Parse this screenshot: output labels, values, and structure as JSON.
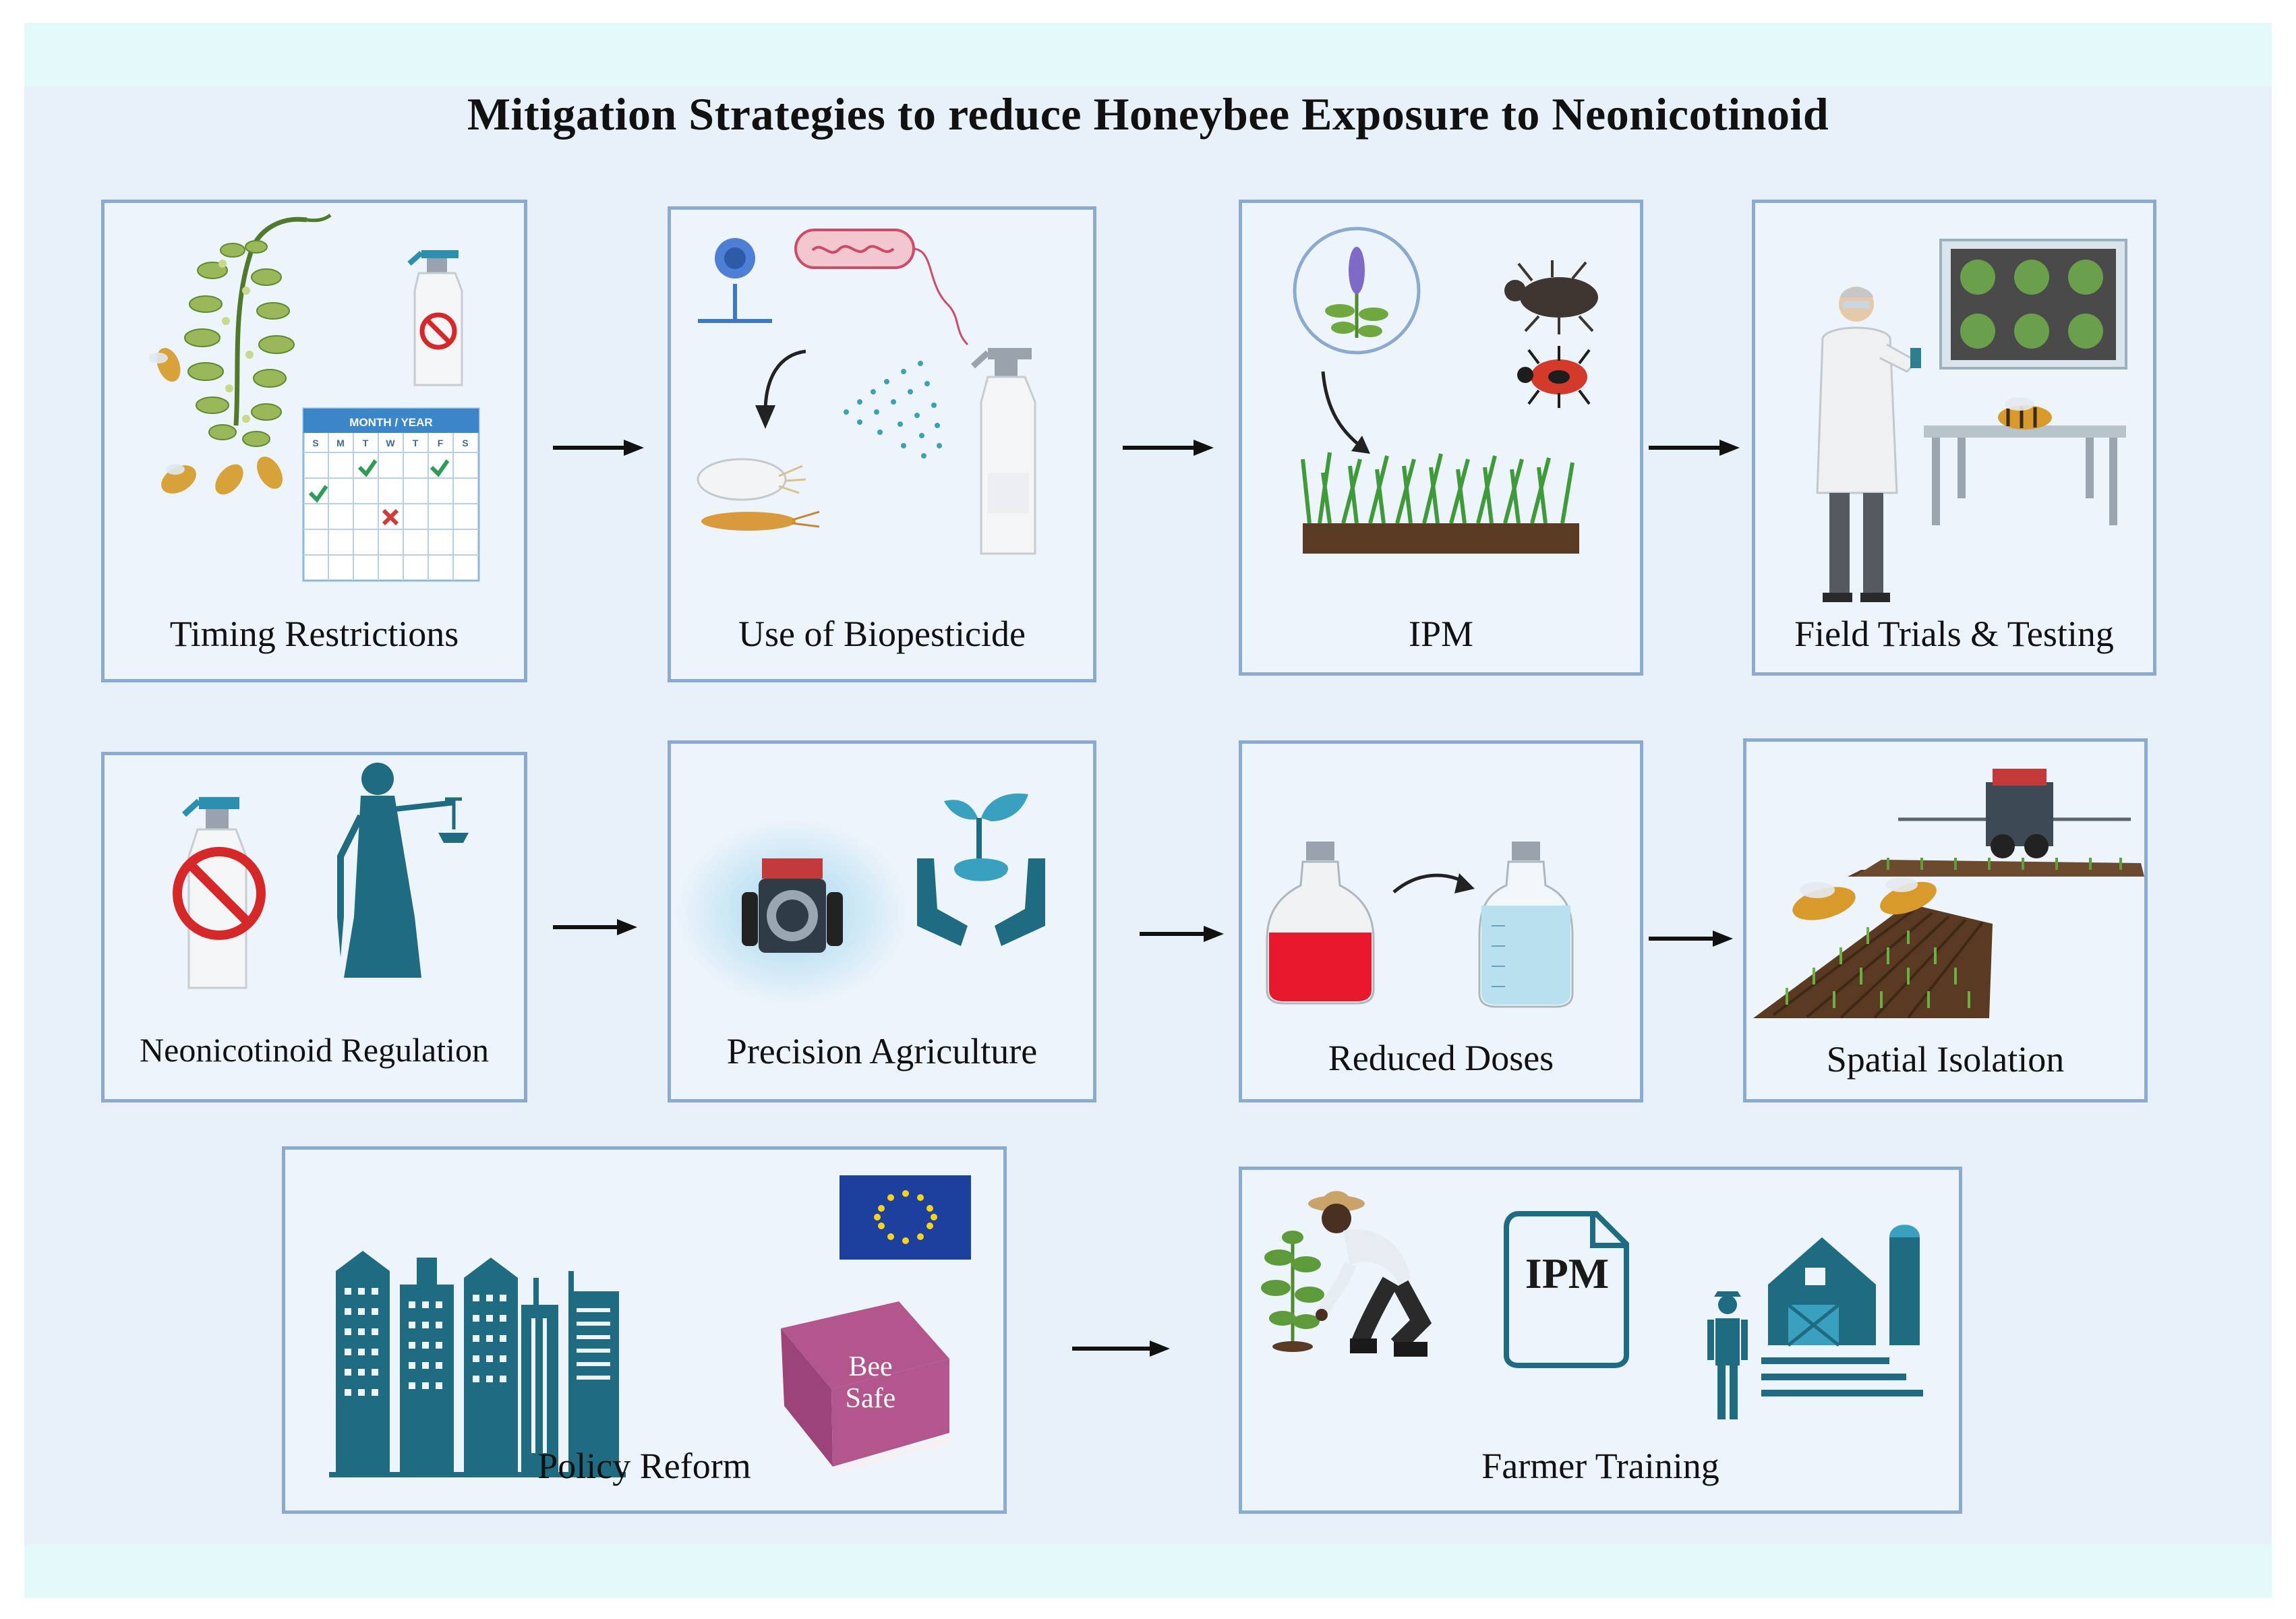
{
  "title": "Mitigation Strategies to reduce Honeybee Exposure to Neonicotinoid",
  "strategies": [
    {
      "label": "Timing Restrictions",
      "icons": [
        "plant-with-bees-icon",
        "spray-bottle-prohibited-icon",
        "calendar-icon"
      ]
    },
    {
      "label": "Use of Biopesticide",
      "icons": [
        "fungus-icon",
        "bacterium-icon",
        "larvae-icon",
        "spray-mist-icon",
        "spray-bottle-icon"
      ]
    },
    {
      "label": "IPM",
      "icons": [
        "flower-circle-icon",
        "beetle-icon",
        "red-bug-icon",
        "grass-soil-icon"
      ]
    },
    {
      "label": "Field Trials & Testing",
      "icons": [
        "scientist-icon",
        "plant-tray-icon",
        "lab-table-icon",
        "bee-icon"
      ]
    },
    {
      "label": "Neonicotinoid Regulation",
      "icons": [
        "prohibited-spray-icon",
        "lady-justice-icon"
      ]
    },
    {
      "label": "Precision Agriculture",
      "icons": [
        "tractor-sensor-icon",
        "hands-plant-icon"
      ]
    },
    {
      "label": "Reduced Doses",
      "icons": [
        "red-bottle-icon",
        "curved-arrow-icon",
        "blue-bottle-icon"
      ]
    },
    {
      "label": "Spatial Isolation",
      "icons": [
        "field-sprayer-icon",
        "bees-field-icon"
      ]
    },
    {
      "label": "Policy Reform",
      "icons": [
        "city-buildings-icon",
        "eu-flag-icon",
        "book-icon"
      ]
    },
    {
      "label": "Farmer Training",
      "icons": [
        "farmer-planting-icon",
        "ipm-document-icon",
        "farmer-barn-icon"
      ]
    }
  ],
  "calendar": {
    "header": "MONTH / YEAR",
    "days": [
      "S",
      "M",
      "T",
      "W",
      "T",
      "F",
      "S"
    ]
  },
  "book": {
    "line1": "Bee",
    "line2": "Safe"
  },
  "ipm_doc": {
    "text": "IPM"
  },
  "colors": {
    "box_border": "#8aaad2",
    "box_fill": "#eef4fb",
    "panel": "#e8f0f9",
    "teal": "#1b6a8a",
    "magenta": "#b2568d",
    "eu_blue": "#1d3f9e"
  }
}
